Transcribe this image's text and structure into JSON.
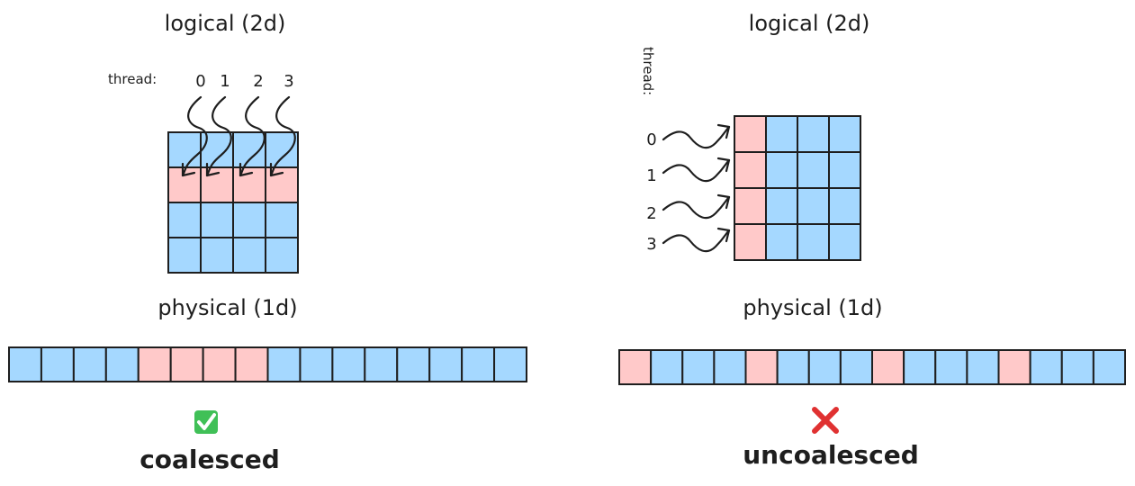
{
  "colors": {
    "blue": "#a5d8ff",
    "pink": "#ffc9c9",
    "stroke": "#1e1e1e",
    "check": "#40c057",
    "cross": "#e03131"
  },
  "left": {
    "logical_title": "logical (2d)",
    "thread_label": "thread:",
    "thread_ids": [
      "0",
      "1",
      "2",
      "3"
    ],
    "physical_title": "physical (1d)",
    "status_icon": "check-mark-icon",
    "status_label": "coalesced",
    "grid": [
      [
        "blue",
        "blue",
        "blue",
        "blue"
      ],
      [
        "pink",
        "pink",
        "pink",
        "pink"
      ],
      [
        "blue",
        "blue",
        "blue",
        "blue"
      ],
      [
        "blue",
        "blue",
        "blue",
        "blue"
      ]
    ],
    "strip": [
      "blue",
      "blue",
      "blue",
      "blue",
      "pink",
      "pink",
      "pink",
      "pink",
      "blue",
      "blue",
      "blue",
      "blue",
      "blue",
      "blue",
      "blue",
      "blue"
    ]
  },
  "right": {
    "logical_title": "logical (2d)",
    "thread_label": "thread:",
    "thread_ids": [
      "0",
      "1",
      "2",
      "3"
    ],
    "physical_title": "physical (1d)",
    "status_icon": "cross-mark-icon",
    "status_label": "uncoalesced",
    "grid": [
      [
        "pink",
        "blue",
        "blue",
        "blue"
      ],
      [
        "pink",
        "blue",
        "blue",
        "blue"
      ],
      [
        "pink",
        "blue",
        "blue",
        "blue"
      ],
      [
        "pink",
        "blue",
        "blue",
        "blue"
      ]
    ],
    "strip": [
      "pink",
      "blue",
      "blue",
      "blue",
      "pink",
      "blue",
      "blue",
      "blue",
      "pink",
      "blue",
      "blue",
      "blue",
      "pink",
      "blue",
      "blue",
      "blue"
    ]
  }
}
